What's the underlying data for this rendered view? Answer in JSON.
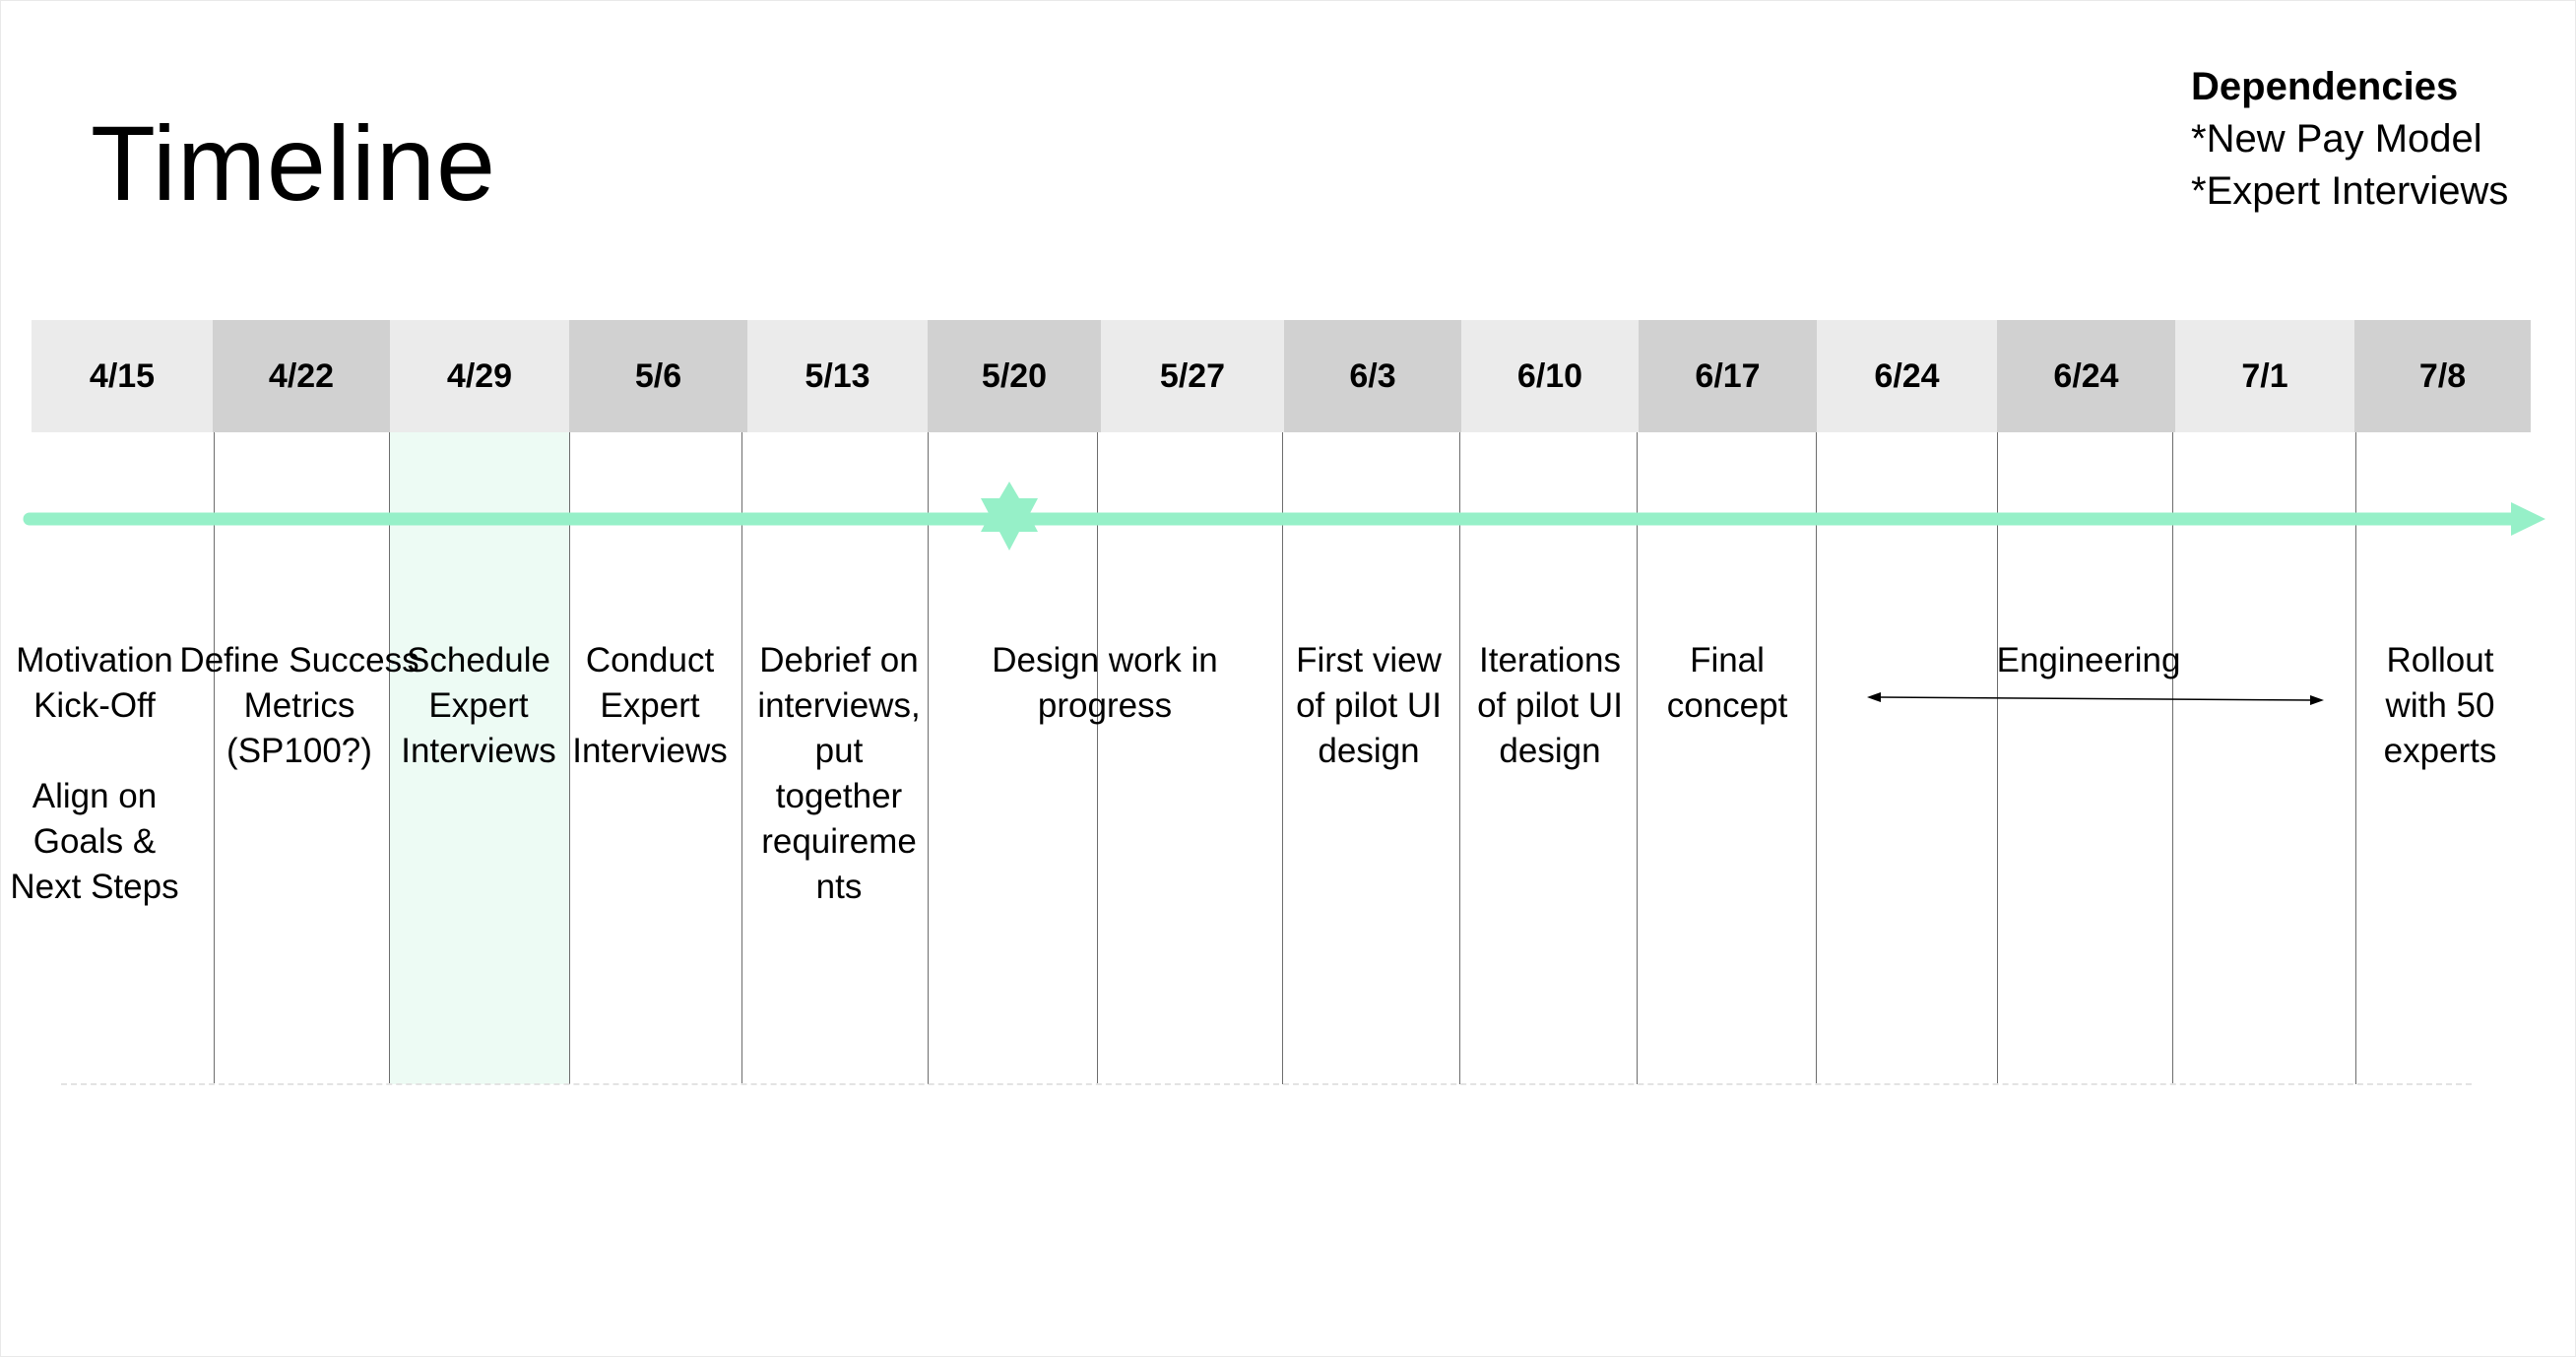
{
  "title": "Timeline",
  "dependencies": {
    "heading": "Dependencies",
    "items": [
      "*New Pay Model",
      "*Expert Interviews"
    ]
  },
  "weeks": [
    "4/15",
    "4/22",
    "4/29",
    "5/6",
    "5/13",
    "5/20",
    "5/27",
    "6/3",
    "6/10",
    "6/17",
    "6/24",
    "6/24",
    "7/1",
    "7/8"
  ],
  "tasks": [
    {
      "id": "motivation",
      "lines": [
        "Motivation",
        "Kick-Off",
        "",
        "Align on",
        "Goals &",
        "Next Steps"
      ]
    },
    {
      "id": "success-metrics",
      "lines": [
        "Define Success",
        "Metrics",
        "(SP100?)"
      ]
    },
    {
      "id": "schedule-interviews",
      "lines": [
        "Schedule",
        "Expert",
        "Interviews"
      ]
    },
    {
      "id": "conduct-interviews",
      "lines": [
        "Conduct",
        "Expert",
        "Interviews"
      ]
    },
    {
      "id": "debrief",
      "lines": [
        "Debrief on",
        "interviews,",
        "put",
        "together",
        "requireme",
        "nts"
      ]
    },
    {
      "id": "design-work",
      "lines": [
        "Design work in",
        "progress"
      ]
    },
    {
      "id": "first-view",
      "lines": [
        "First view",
        "of pilot UI",
        "design"
      ]
    },
    {
      "id": "iterations",
      "lines": [
        "Iterations",
        "of pilot UI",
        "design"
      ]
    },
    {
      "id": "final-concept",
      "lines": [
        "Final",
        "concept"
      ]
    },
    {
      "id": "engineering",
      "lines": [
        "Engineering"
      ]
    },
    {
      "id": "rollout",
      "lines": [
        "Rollout",
        "with 50",
        "experts"
      ]
    }
  ],
  "colors": {
    "accent": "#96f0c8",
    "highlight": "#edfbf4",
    "header_light": "#ebebeb",
    "header_dark": "#d1d1d1"
  },
  "icons": {
    "milestone": "star-icon"
  }
}
